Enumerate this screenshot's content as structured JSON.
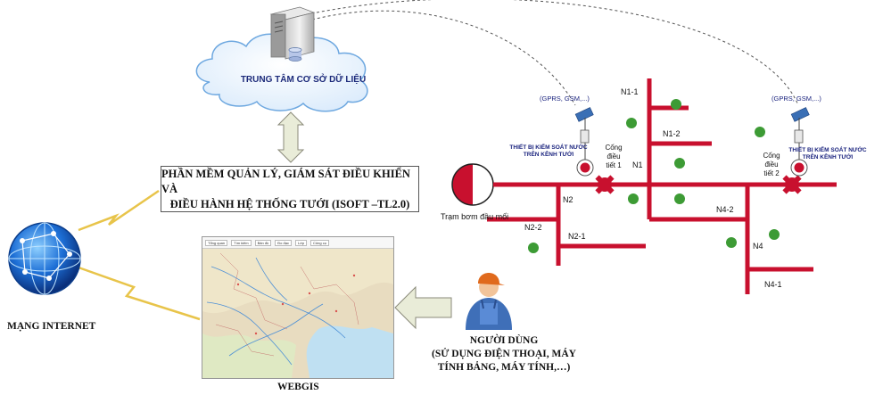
{
  "database_center": {
    "label": "TRUNG TÂM CƠ SỞ DỮ LIỆU"
  },
  "software": {
    "line1": "PHẦN MỀM QUẢN LÝ, GIÁM SÁT ĐIỀU KHIỂN VÀ",
    "line2": "ĐIỀU HÀNH HỆ THỐNG TƯỚI (ISOFT –TL2.0)"
  },
  "internet": {
    "label": "MẠNG INTERNET"
  },
  "webgis": {
    "label": "WEBGIS",
    "toolbar": [
      "Tổng quan",
      "Tìm kiếm",
      "Bản đồ",
      "Đo đạc",
      "Lớp",
      "Công cụ"
    ]
  },
  "user": {
    "line1": "NGƯỜI DÙNG",
    "line2": "(SỬ DỤNG ĐIỆN THOẠI, MÁY",
    "line3": "TÍNH BẢNG, MÁY TÍNH,…)"
  },
  "pump": {
    "label": "Trạm bơm đầu mối"
  },
  "canals": [
    "N1-1",
    "N1-2",
    "N1",
    "N2",
    "N2-2",
    "N2-1",
    "N4-2",
    "N4",
    "N4-1"
  ],
  "devices": [
    {
      "gprs": "(GPRS, GSM,...)",
      "line1": "THIẾT BỊ KIỂM SOÁT NƯỚC",
      "line2": "TRÊN KÊNH TƯỚI",
      "gate": [
        "Cống",
        "điều",
        "tiết 1"
      ]
    },
    {
      "gprs": "(GPRS, GSM,...)",
      "line1": "THIẾT BỊ KIỂM SOÁT NƯỚC",
      "line2": "TRÊN KÊNH TƯỚI",
      "gate": [
        "Cống",
        "điều",
        "tiết 2"
      ]
    }
  ],
  "colors": {
    "canal": "#c8102e",
    "text_blue": "#1a237e",
    "arrow_fill": "#e9ecd8",
    "lightning": "#e8c44a"
  }
}
